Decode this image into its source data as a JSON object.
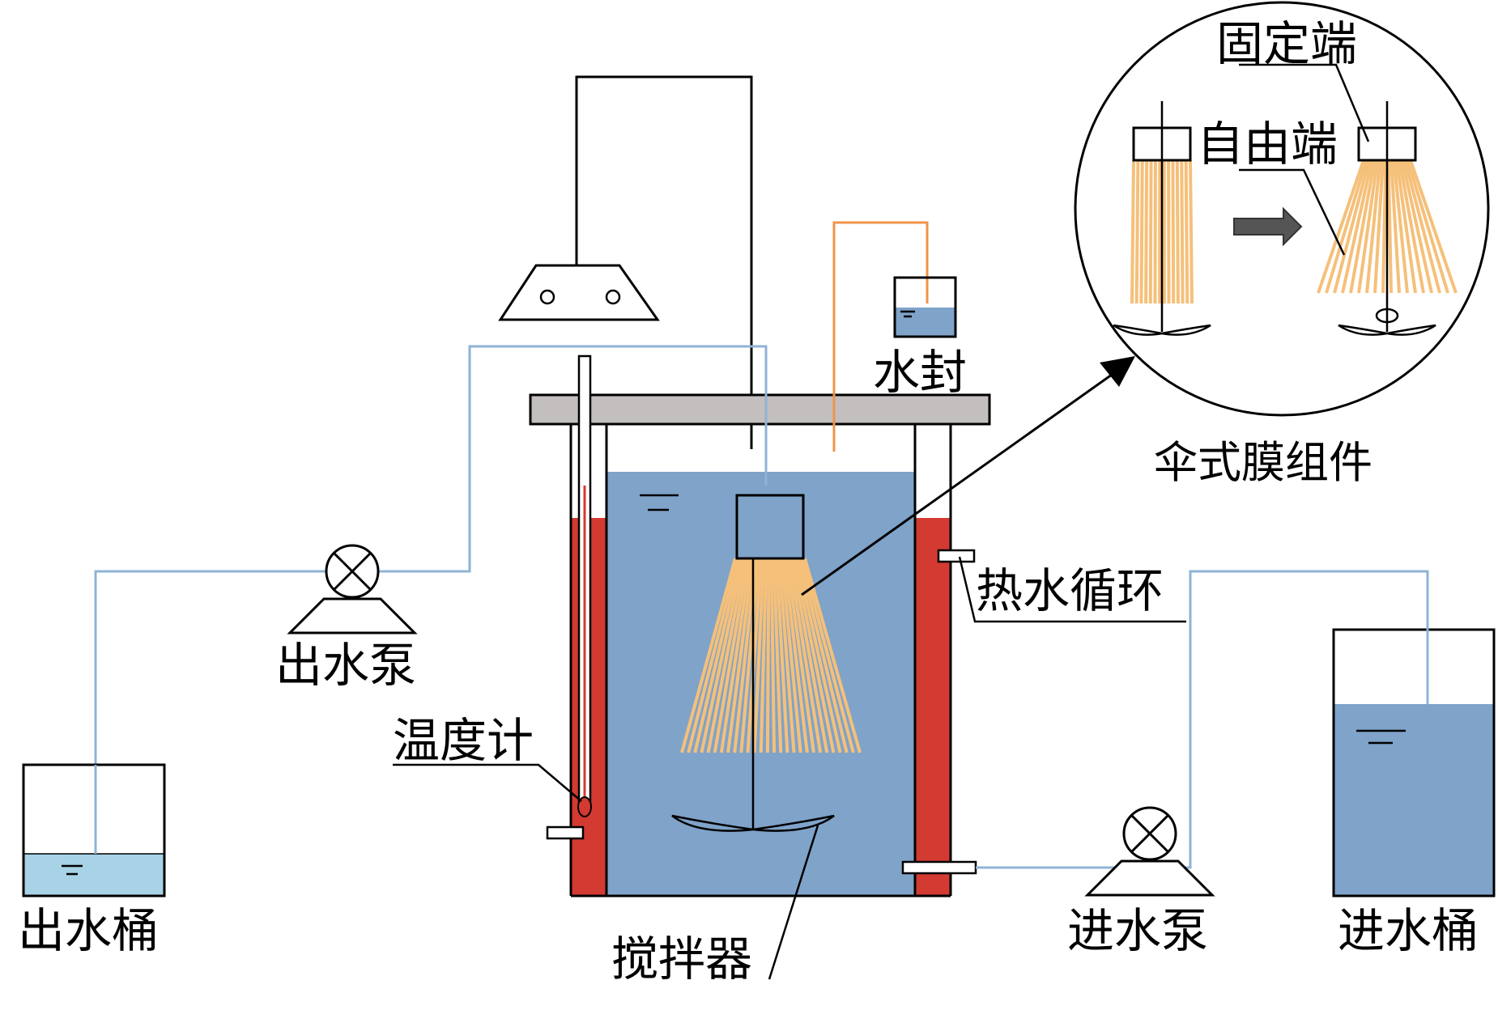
{
  "labels": {
    "water_seal": "水封",
    "fixed_end": "固定端",
    "free_end": "自由端",
    "umbrella_module": "伞式膜组件",
    "hot_water_circulation": "热水循环",
    "outlet_pump": "出水泵",
    "thermometer": "温度计",
    "outlet_bucket": "出水桶",
    "stirrer": "搅拌器",
    "inlet_pump": "进水泵",
    "inlet_bucket": "进水桶"
  },
  "colors": {
    "water": "#7fa3c9",
    "light_water": "#a8d3e6",
    "jacket": "#d33a32",
    "lid": "#c4bfbf",
    "fiber": "#f5c07a",
    "gas_line": "#f0944a",
    "pipe": "#8fb3d6"
  }
}
